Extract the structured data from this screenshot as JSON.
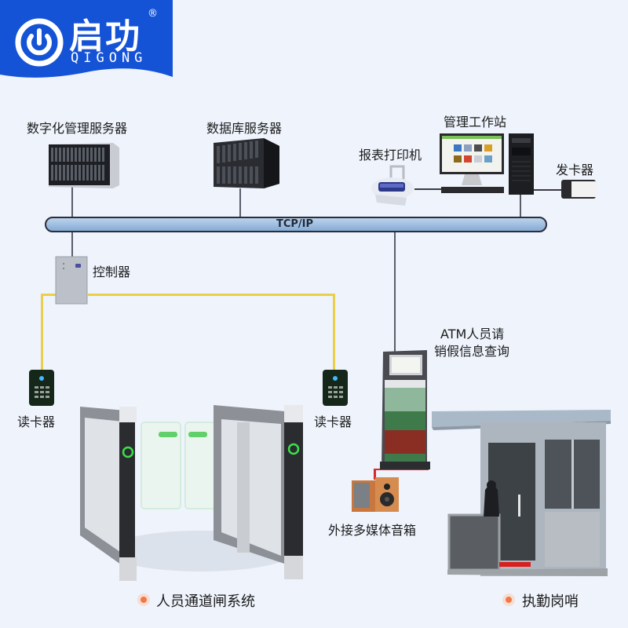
{
  "brand": {
    "name_cn": "启功",
    "name_en": "QIGONG",
    "registered_mark": "®",
    "color_primary": "#1553d6"
  },
  "network": {
    "bus_label": "TCP/IP"
  },
  "nodes": {
    "digital_server": "数字化管理服务器",
    "database_server": "数据库服务器",
    "workstation": "管理工作站",
    "report_printer": "报表打印机",
    "card_issuer": "发卡器",
    "controller": "控制器",
    "card_reader_left": "读卡器",
    "card_reader_right": "读卡器",
    "atm_query_line1": "ATM人员请",
    "atm_query_line2": "销假信息查询",
    "speakers": "外接多媒体音箱"
  },
  "captions": {
    "gate_system": "人员通道闸系统",
    "guard_booth": "执勤岗哨"
  },
  "colors": {
    "background": "#eef3fc",
    "bus_fill": "#a9c6e4",
    "wire_yellow": "#e9cf4a",
    "wire_red": "#d42a2a",
    "bullet": "#ef7a45"
  }
}
